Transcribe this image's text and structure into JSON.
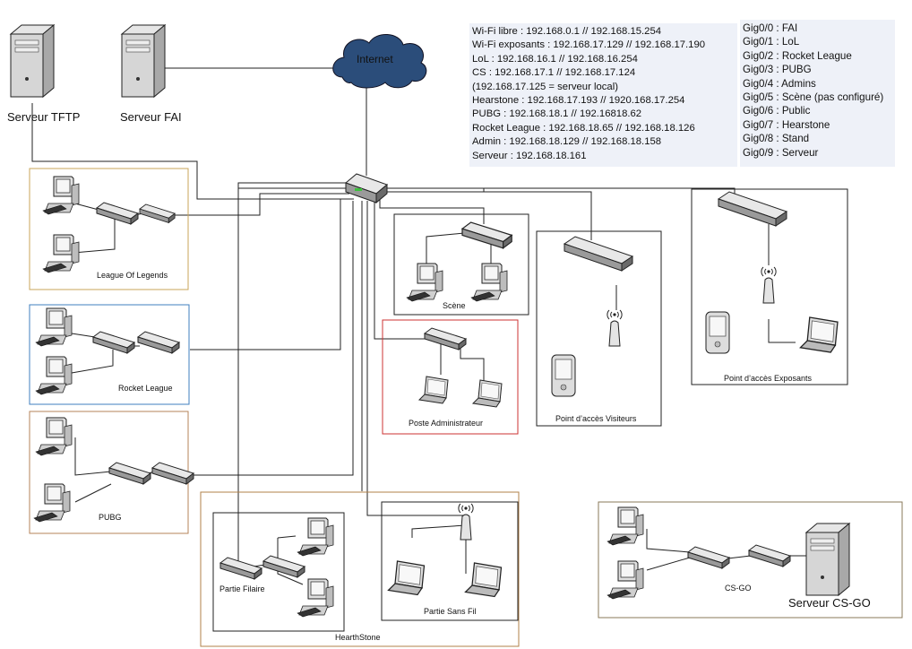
{
  "servers": {
    "tftp": "Serveur TFTP",
    "fai": "Serveur FAI",
    "csgo": "Serveur CS-GO"
  },
  "cloud": {
    "label": "Internet"
  },
  "ip_list": [
    "Wi-Fi libre : 192.168.0.1 // 192.168.15.254",
    "Wi-Fi exposants : 192.168.17.129 // 192.168.17.190",
    "LoL : 192.168.16.1 // 192.168.16.254",
    "CS : 192.168.17.1 // 192.168.17.124",
    "(192.168.17.125 = serveur local)",
    "Hearstone : 192.168.17.193 // 1920.168.17.254",
    "PUBG : 192.168.18.1 // 192.16818.62",
    "Rocket League : 192.168.18.65 // 192.168.18.126",
    "Admin : 192.168.18.129 // 192.168.18.158",
    "Serveur : 192.168.18.161"
  ],
  "ports": [
    "Gig0/0 : FAI",
    "Gig0/1 : LoL",
    "Gig0/2 : Rocket League",
    "Gig0/3 : PUBG",
    "Gig0/4 : Admins",
    "Gig0/5 : Scène (pas configuré)",
    "Gig0/6 : Public",
    "Gig0/7 : Hearstone",
    "Gig0/8 : Stand",
    "Gig0/9 : Serveur"
  ],
  "zones": {
    "lol": "League Of Legends",
    "rocket": "Rocket League",
    "pubg": "PUBG",
    "hearthstone": "HearthStone",
    "filaire": "Partie Filaire",
    "sansfil": "Partie Sans Fil",
    "scene": "Scène",
    "admin": "Poste Administrateur",
    "visiteurs": "Point d’accès Visiteurs",
    "exposants": "Point d’accès Exposants",
    "csgo": "CS-GO"
  },
  "colors": {
    "lol_border": "#c8a45a",
    "rocket_border": "#3f7fbf",
    "pubg_border": "#b5835a",
    "hearthstone_border": "#b0804a",
    "admin_border": "#cc3333",
    "csgo_border": "#8a7a5a",
    "cloud": "#2b4d7a",
    "router_led": "#3cc13c",
    "info_bg": "#eef1f8"
  }
}
